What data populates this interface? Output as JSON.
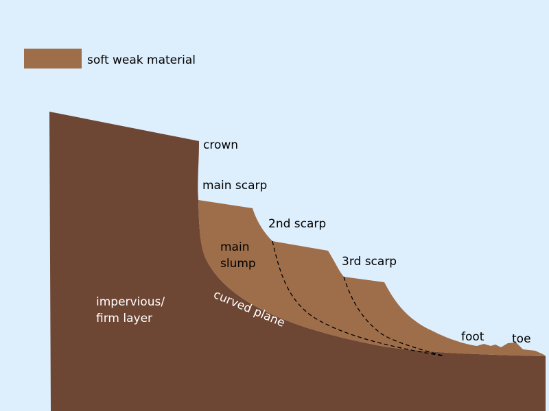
{
  "legend": {
    "label": "soft weak material",
    "swatch_color": "#9e6e4a"
  },
  "colors": {
    "sky": "#ddeefc",
    "firm_layer": "#6e4634",
    "soft_material": "#9e6e4a"
  },
  "labels": {
    "crown": "crown",
    "main_scarp": "main scarp",
    "second_scarp": "2nd scarp",
    "third_scarp": "3rd scarp",
    "main_slump_line1": "main",
    "main_slump_line2": "slump",
    "curved_plane": "curved plane",
    "firm_layer_line1": "impervious/",
    "firm_layer_line2": "firm layer",
    "foot": "foot",
    "toe": "toe"
  }
}
